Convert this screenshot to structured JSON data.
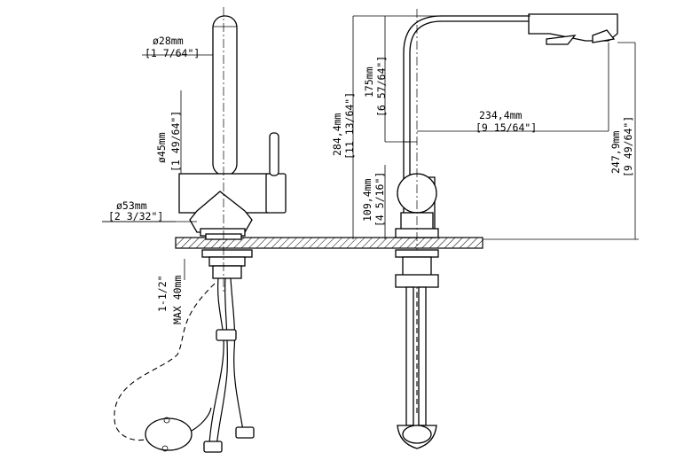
{
  "dimensions": {
    "d28": {
      "mm": "ø28mm",
      "inch": "[1 7/64\"]"
    },
    "d45": {
      "mm": "ø45mm",
      "inch": "[1 49/64\"]"
    },
    "d53": {
      "mm": "ø53mm",
      "inch": "[2 3/32\"]"
    },
    "thread": {
      "size": "1-1/2\"",
      "max": "MAX 40mm"
    },
    "h2844": {
      "mm": "284,4mm",
      "inch": "[11 13/64\"]"
    },
    "h175": {
      "mm": "175mm",
      "inch": "[6 57/64\"]"
    },
    "h1094": {
      "mm": "109,4mm",
      "inch": "[4 5/16\"]"
    },
    "reach2344": {
      "mm": "234,4mm",
      "inch": "[9 15/64\"]"
    },
    "h2479": {
      "mm": "247,9mm",
      "inch": "[9 49/64\"]"
    }
  }
}
